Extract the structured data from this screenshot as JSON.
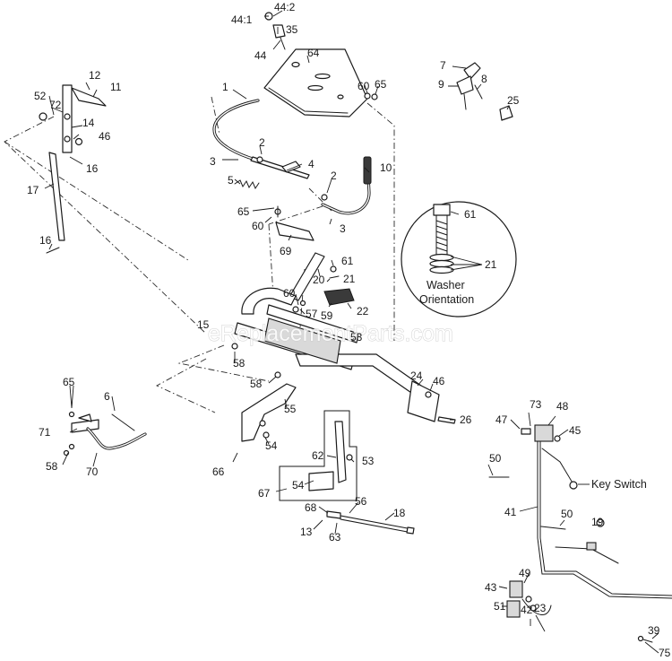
{
  "watermark": "eReplacementParts.com",
  "notes": {
    "washer_line1": "Washer",
    "washer_line2": "Orientation",
    "key_switch": "Key Switch"
  },
  "callouts": {
    "c44_1": "44:1",
    "c44_2": "44:2",
    "c35": "35",
    "c44": "44",
    "c64": "64",
    "c60_top": "60",
    "c65_top": "65",
    "c7": "7",
    "c9": "9",
    "c8": "8",
    "c25": "25",
    "c12": "12",
    "c11": "11",
    "c52": "52",
    "c72": "72",
    "c14": "14",
    "c46_left": "46",
    "c16_upper": "16",
    "c17": "17",
    "c16_lower": "16",
    "c1": "1",
    "c2_upper": "2",
    "c3_upper": "3",
    "c4": "4",
    "c5": "5",
    "c2_lower": "2",
    "c10": "10",
    "c65_mid": "65",
    "c60_mid": "60",
    "c3_lower": "3",
    "c69": "69",
    "c61_circle": "61",
    "c21_circle": "21",
    "c61_mid": "61",
    "c20": "20",
    "c21_mid": "21",
    "c60_low": "60",
    "c57": "57",
    "c59": "59",
    "c22": "22",
    "c15": "15",
    "c53_mid": "53",
    "c58_mid": "58",
    "c24": "24",
    "c46_mid": "46",
    "c26": "26",
    "c58_low": "58",
    "c55": "55",
    "c54_mid": "54",
    "c66": "66",
    "c65_left": "65",
    "c6": "6",
    "c71": "71",
    "c58_left": "58",
    "c70": "70",
    "c62": "62",
    "c53_low": "53",
    "c54_low": "54",
    "c67": "67",
    "c68": "68",
    "c56": "56",
    "c18": "18",
    "c13": "13",
    "c63": "63",
    "c73": "73",
    "c47": "47",
    "c48": "48",
    "c45": "45",
    "c50_left": "50",
    "c41": "41",
    "c50_right": "50",
    "c19": "19",
    "c49": "49",
    "c43": "43",
    "c51": "51",
    "c42": "42",
    "c23": "23",
    "c39": "39",
    "c75": "75"
  }
}
